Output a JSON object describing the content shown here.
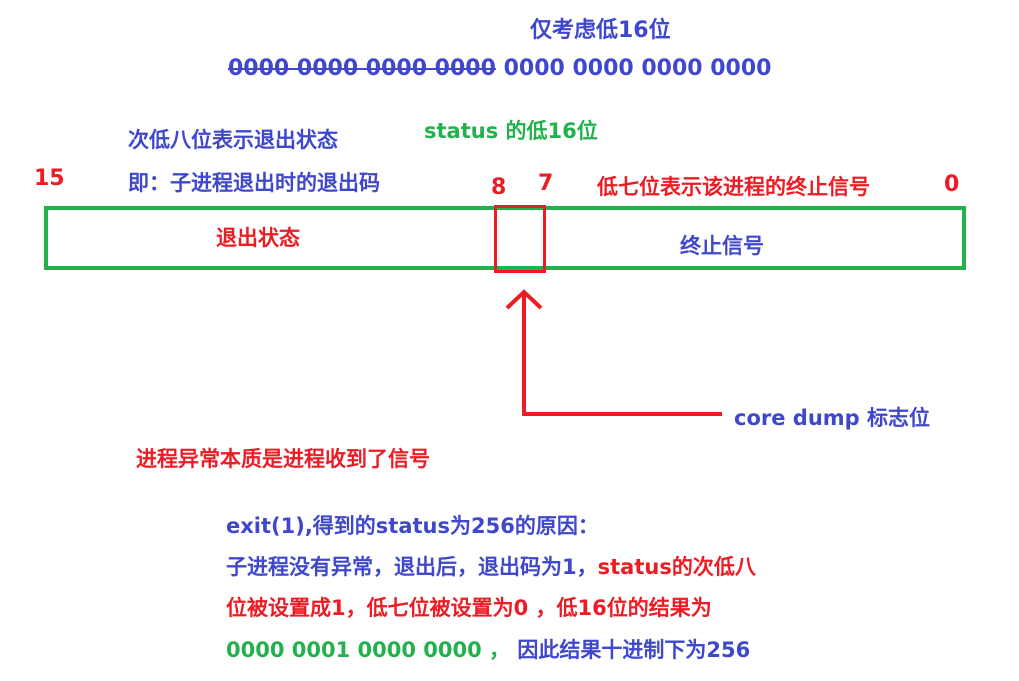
{
  "top_title": "仅考虑低16位",
  "bits": {
    "high_struck": "0000 0000 0000 0000",
    "low": "0000 0000 0000 0000"
  },
  "status_low16_label": "status 的低16位",
  "second_low8_desc": {
    "line1": "次低八位表示退出状态",
    "line2": "即：子进程退出时的退出码"
  },
  "bit_positions": {
    "b15": "15",
    "b8": "8",
    "b7": "7",
    "b0": "0"
  },
  "low7_desc": "低七位表示该进程的终止信号",
  "segments": {
    "exit_status": "退出状态",
    "term_signal": "终止信号"
  },
  "core_dump_label": "core dump 标志位",
  "abnormal_note": "进程异常本质是进程收到了信号",
  "explanation": {
    "line1": "exit(1),得到的status为256的原因：",
    "line2_blue": "子进程没有异常，退出后，退出码为1，",
    "line2_red": "status的次低八",
    "line3": "位被设置成1，低七位被设置为0 ，低16位的结果为",
    "line4_green": "0000 0001 0000 0000 ，",
    "line4_blue": "因此结果十进制下为256"
  },
  "colors": {
    "blue": "#3f48cc",
    "red": "#ed1c24",
    "green": "#22b14c"
  }
}
